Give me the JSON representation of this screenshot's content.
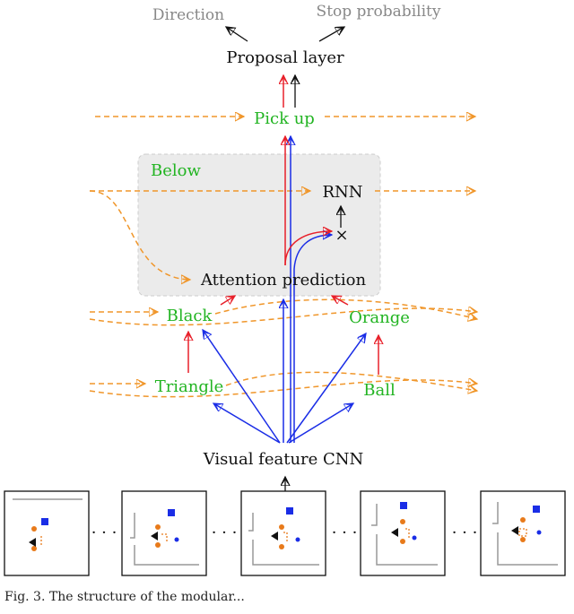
{
  "outputs": {
    "direction": "Direction",
    "stop_probability": "Stop probability"
  },
  "nodes": {
    "proposal_layer": "Proposal layer",
    "pick_up": "Pick up",
    "below": "Below",
    "rnn": "RNN",
    "multiply": "×",
    "attention_prediction": "Attention prediction",
    "black": "Black",
    "orange": "Orange",
    "triangle": "Triangle",
    "ball": "Ball",
    "visual_feature_cnn": "Visual feature CNN"
  },
  "frames": {
    "count": 5,
    "ellipsis": "· · ·"
  },
  "caption": "Fig. 3.    The structure of the modular...",
  "colors": {
    "green_text": "#22b422",
    "orange_dashed": "#f0962a",
    "red_arrow": "#e8202a",
    "blue_arrow": "#1a2de6",
    "gray_box": "#ebebeb"
  }
}
